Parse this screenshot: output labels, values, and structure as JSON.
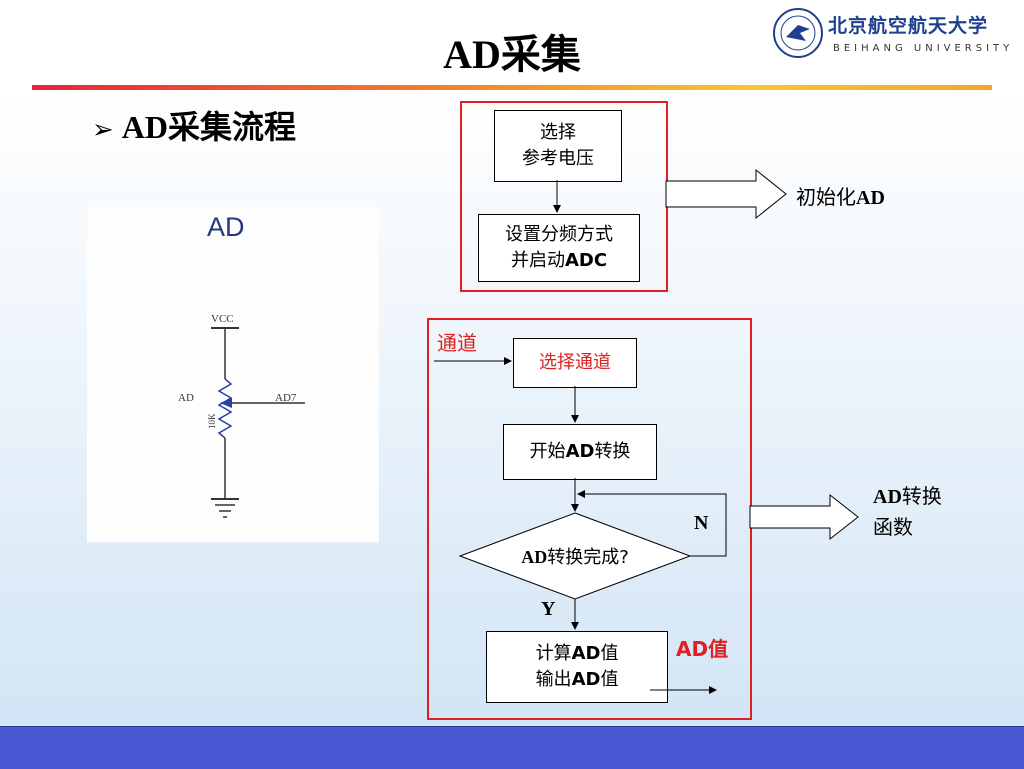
{
  "slide": {
    "title": "AD采集",
    "subtitle": "AD采集流程",
    "subtitle_bullet": "➢"
  },
  "logo": {
    "name_cn": "北京航空航天大学",
    "name_en": "BEIHANG UNIVERSITY"
  },
  "schematic": {
    "title": "AD",
    "vcc_label": "VCC",
    "pot_label": "AD",
    "net_label": "AD7",
    "pot_value": "10K"
  },
  "flow_init": {
    "box1_line1": "选择",
    "box1_line2": "参考电压",
    "box2_line1": "设置分频方式",
    "box2_line2_prefix": "并启动",
    "box2_line2_bold": "ADC",
    "side_label_prefix": "初始化",
    "side_label_bold": "AD"
  },
  "flow_convert": {
    "channel_label": "通道",
    "select_channel": "选择通道",
    "start_prefix": "开始",
    "start_bold": "AD",
    "start_suffix": "转换",
    "decision_bold": "AD",
    "decision_suffix": "转换完成?",
    "no_label": "N",
    "yes_label": "Y",
    "calc_prefix": "计算",
    "calc_bold": "AD",
    "calc_suffix": "值",
    "output_prefix": "输出",
    "output_bold": "AD",
    "output_suffix": "值",
    "ad_value_label": "AD值",
    "side_label_line1_bold": "AD",
    "side_label_line1_suffix": "转换",
    "side_label_line2": "函数"
  },
  "colors": {
    "frame_red": "#e02020",
    "bottom_bar": "#4a57d3",
    "schematic_blue": "#2a3ea8",
    "schematic_wire": "#333333"
  }
}
